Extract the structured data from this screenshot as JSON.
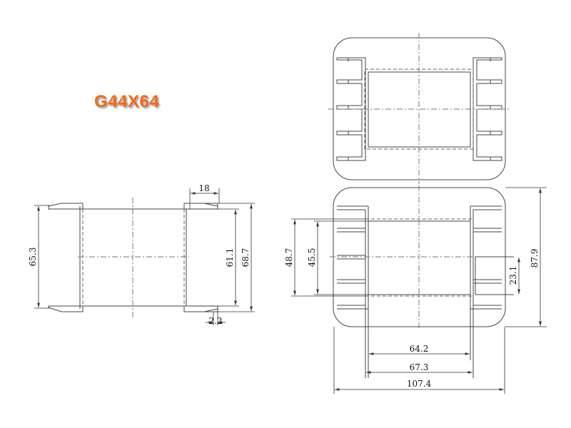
{
  "title": "G44X64",
  "colors": {
    "title": "#f26a1b",
    "line": "#444444"
  },
  "dimensions": {
    "side_view": {
      "flange_width": "18",
      "overall_height": "65.3",
      "inner_height": "61.1",
      "outer_height": "68.7",
      "flange_thickness": "2.2"
    },
    "front_view": {
      "window_outer": "48.7",
      "window_inner": "45.5",
      "height": "87.9",
      "step": "23.1",
      "inner_width": "64.2",
      "outer_width": "67.3",
      "overall_width": "107.4"
    }
  }
}
